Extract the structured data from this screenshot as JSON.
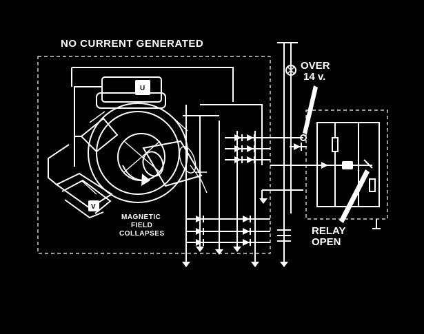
{
  "diagram": {
    "title": "NO CURRENT GENERATED",
    "over_label_line1": "OVER",
    "over_label_line2": "14 v.",
    "field_label_line1": "MAGNETIC",
    "field_label_line2": "FIELD",
    "field_label_line3": "COLLAPSES",
    "relay_label_line1": "RELAY",
    "relay_label_line2": "OPEN",
    "u_mark": "U",
    "v_mark": "V",
    "colors": {
      "background": "#000000",
      "ink": "#ffffff"
    },
    "icons": [
      "generator-housing-icon",
      "coil-u-icon",
      "coil-v-icon",
      "rotor-icon",
      "rotation-arrow-icon",
      "lamp-icon",
      "diode-icon",
      "relay-icon",
      "ground-icon",
      "battery-icon"
    ]
  }
}
